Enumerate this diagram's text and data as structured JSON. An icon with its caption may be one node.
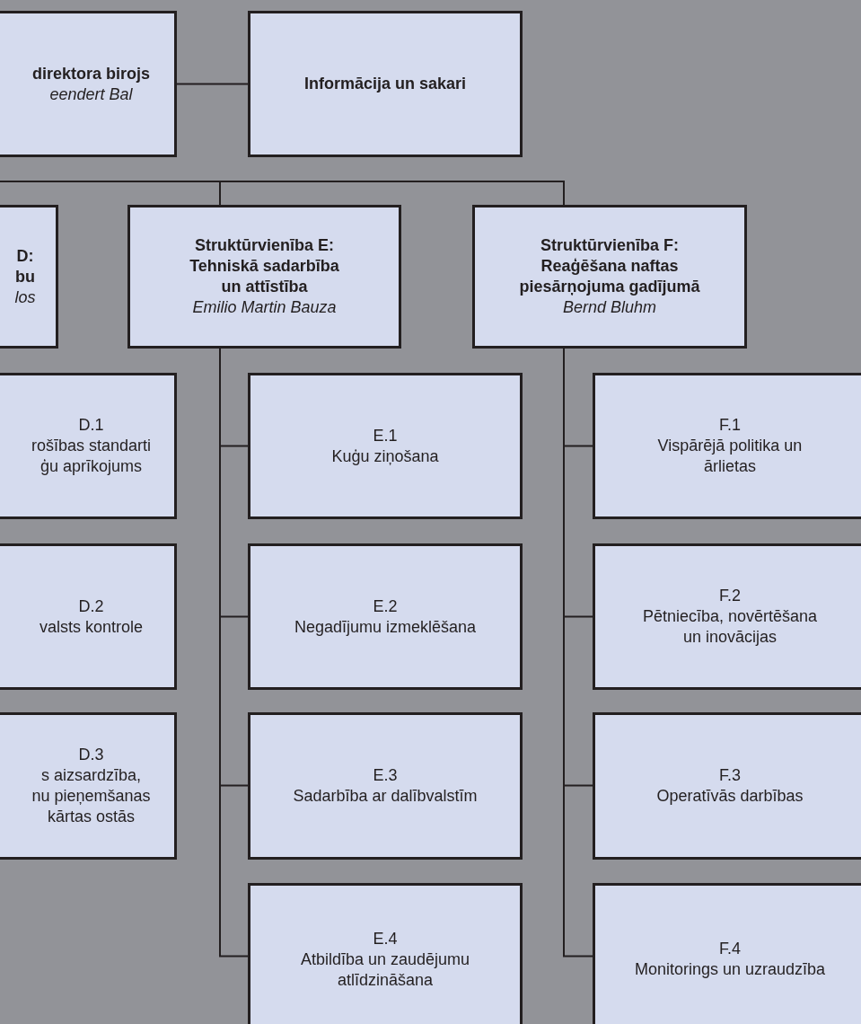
{
  "diagram": {
    "nodes": [
      {
        "text": [
          "direktora birojs",
          "eendert Bal"
        ]
      },
      {
        "text": [
          "Informācija un sakari"
        ]
      },
      {
        "text": [
          "D:",
          "bu",
          "los"
        ]
      },
      {
        "text": [
          "Struktūrvienība E: Tehniskā sadarbība un attīstība",
          "Emilio Martin Bauza"
        ]
      },
      {
        "text": [
          "Struktūrvienība F: Reaģēšana naftas piesārņojuma gadījumā",
          "Bernd Bluhm"
        ]
      },
      {
        "text": [
          "D.1",
          "rošības standarti",
          "ģu aprīkojums"
        ]
      },
      {
        "text": [
          "E.1",
          "Kuģu ziņošana"
        ]
      },
      {
        "text": [
          "F.1",
          "Vispārējā politika un ārlietas"
        ]
      },
      {
        "text": [
          "D.2",
          "valsts kontrole"
        ]
      },
      {
        "text": [
          "E.2",
          "Negadījumu izmeklēšana"
        ]
      },
      {
        "text": [
          "F.2",
          "Pētniecība, novērtēšana un inovācijas"
        ]
      },
      {
        "text": [
          "D.3",
          "s aizsardzība,",
          "nu pieņemšanas",
          "kārtas ostās"
        ]
      },
      {
        "text": [
          "E.3",
          "Sadarbība ar dalībvalstīm"
        ]
      },
      {
        "text": [
          "F.3",
          "Operatīvās darbības"
        ]
      },
      {
        "text": [
          "E.4",
          "Atbildība un zaudējumu atlīdzināšana"
        ]
      },
      {
        "text": [
          "F.4",
          "Monitorings un uzraudzība"
        ]
      }
    ],
    "edges": [
      {
        "from": 0,
        "to": 1,
        "arrow": "none"
      },
      {
        "from": 0,
        "to": 3,
        "arrow": "none"
      },
      {
        "from": 0,
        "to": 4,
        "arrow": "none"
      },
      {
        "from": 3,
        "to": 6,
        "arrow": "none"
      },
      {
        "from": 3,
        "to": 9,
        "arrow": "none"
      },
      {
        "from": 3,
        "to": 12,
        "arrow": "none"
      },
      {
        "from": 3,
        "to": 14,
        "arrow": "none"
      },
      {
        "from": 4,
        "to": 7,
        "arrow": "none"
      },
      {
        "from": 4,
        "to": 10,
        "arrow": "none"
      },
      {
        "from": 4,
        "to": 13,
        "arrow": "none"
      },
      {
        "from": 4,
        "to": 15,
        "arrow": "none"
      }
    ]
  }
}
